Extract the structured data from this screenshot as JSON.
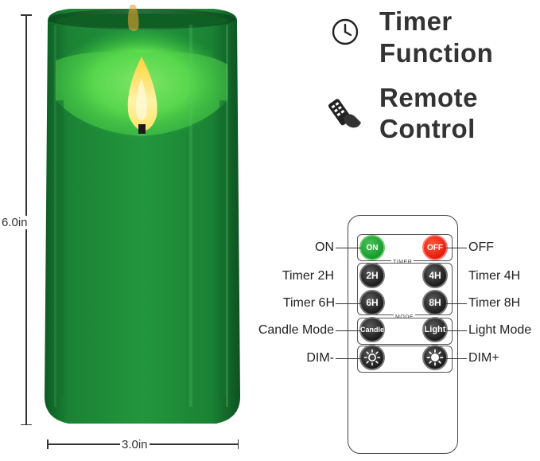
{
  "dimensions": {
    "height": "6.0in",
    "width": "3.0in"
  },
  "features": [
    {
      "icon": "clock-icon",
      "line1": "Timer",
      "line2": "Function"
    },
    {
      "icon": "remote-control-icon",
      "line1": "Remote",
      "line2": "Control"
    }
  ],
  "remote": {
    "section_timer": "TIMER",
    "section_mode": "MODE",
    "buttons": {
      "on": "ON",
      "off": "OFF",
      "timer_2h": "2H",
      "timer_4h": "4H",
      "timer_6h": "6H",
      "timer_8h": "8H",
      "candle": "Candle",
      "light": "Light"
    },
    "labels": {
      "on": "ON",
      "off": "OFF",
      "timer_2h": "Timer 2H",
      "timer_4h": "Timer 4H",
      "timer_6h": "Timer 6H",
      "timer_8h": "Timer 8H",
      "candle_mode": "Candle Mode",
      "light_mode": "Light Mode",
      "dim_minus": "DIM-",
      "dim_plus": "DIM+"
    }
  },
  "colors": {
    "candle_green": "#1f8a3a",
    "on_button": "#1ea534",
    "off_button": "#f0311b"
  }
}
